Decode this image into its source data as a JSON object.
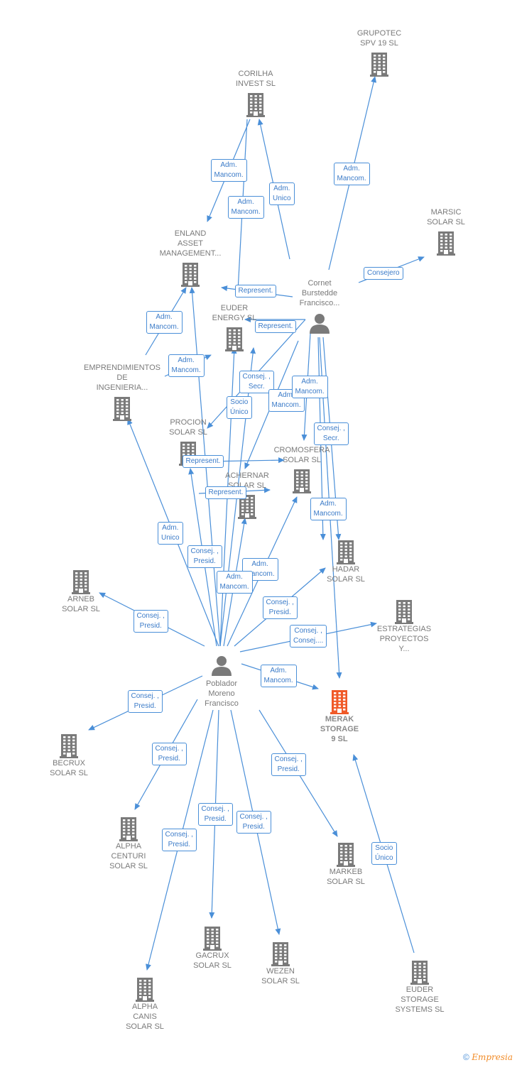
{
  "colors": {
    "edge": "#4a8fd8",
    "node": "#7a7a7a",
    "focus": "#f05a28",
    "person": "#7a7a7a"
  },
  "nodes": [
    {
      "id": "grupotec",
      "type": "company",
      "label": "GRUPOTEC\nSPV 19  SL"
    },
    {
      "id": "corilha",
      "type": "company",
      "label": "CORILHA\nINVEST  SL"
    },
    {
      "id": "marsic",
      "type": "company",
      "label": "MARSIC\nSOLAR  SL"
    },
    {
      "id": "enland",
      "type": "company",
      "label": "ENLAND\nASSET\nMANAGEMENT..."
    },
    {
      "id": "cornet",
      "type": "person",
      "label": "Cornet\nBurstedde\nFrancisco..."
    },
    {
      "id": "euder_energy",
      "type": "company",
      "label": "EUDER\nENERGY  SL"
    },
    {
      "id": "emprendimientos",
      "type": "company",
      "label": "EMPRENDIMIENTOS\nDE\nINGENIERIA..."
    },
    {
      "id": "procion",
      "type": "company",
      "label": "PROCION\nSOLAR  SL"
    },
    {
      "id": "cromosfera",
      "type": "company",
      "label": "CROMOSFERA\nSOLAR  SL"
    },
    {
      "id": "achernar",
      "type": "company",
      "label": "ACHERNAR\nSOLAR  SL"
    },
    {
      "id": "hadar",
      "type": "company",
      "label": "HADAR\nSOLAR  SL"
    },
    {
      "id": "arneb",
      "type": "company",
      "label": "ARNEB\nSOLAR  SL"
    },
    {
      "id": "estrategias",
      "type": "company",
      "label": "ESTRATEGIAS\nPROYECTOS\nY..."
    },
    {
      "id": "poblador",
      "type": "person",
      "label": "Poblador\nMoreno\nFrancisco"
    },
    {
      "id": "merak",
      "type": "focus",
      "label": "MERAK\nSTORAGE\n9  SL"
    },
    {
      "id": "becrux",
      "type": "company",
      "label": "BECRUX\nSOLAR  SL"
    },
    {
      "id": "alpha_centuri",
      "type": "company",
      "label": "ALPHA\nCENTURI\nSOLAR  SL"
    },
    {
      "id": "markeb",
      "type": "company",
      "label": "MARKEB\nSOLAR  SL"
    },
    {
      "id": "gacrux",
      "type": "company",
      "label": "GACRUX\nSOLAR  SL"
    },
    {
      "id": "wezen",
      "type": "company",
      "label": "WEZEN\nSOLAR  SL"
    },
    {
      "id": "euder_storage",
      "type": "company",
      "label": "EUDER\nSTORAGE\nSYSTEMS  SL"
    },
    {
      "id": "alpha_canis",
      "type": "company",
      "label": "ALPHA\nCANIS\nSOLAR  SL"
    }
  ],
  "edge_labels": [
    "Adm.\nMancom.",
    "Adm.\nMancom.",
    "Adm.\nUnico",
    "Adm.\nMancom.",
    "Consejero",
    "Represent.",
    "Represent.",
    "Adm.\nMancom.",
    "Adm.\nMancom.",
    "Consej. ,\nSecr.",
    "Adm.\nMancom.",
    "Adm.\nMancom.",
    "Socio\nÚnico",
    "Consej. ,\nSecr.",
    "Represent.",
    "Represent.",
    "Adm.\nMancom.",
    "Adm.\nUnico",
    "Consej. ,\nPresid.",
    "Adm.\nMancom.",
    "Adm.\nMancom.",
    "Consej. ,\nPresid.",
    "Consej. ,\nPresid.",
    "Consej. ,\nConsej....",
    "Adm.\nMancom.",
    "Consej. ,\nPresid.",
    "Consej. ,\nPresid.",
    "Consej. ,\nPresid.",
    "Consej. ,\nPresid.",
    "Consej. ,\nPresid.",
    "Consej. ,\nPresid.",
    "Socio\nÚnico"
  ],
  "footer": {
    "copyright": "©",
    "brand": "Empresia"
  }
}
